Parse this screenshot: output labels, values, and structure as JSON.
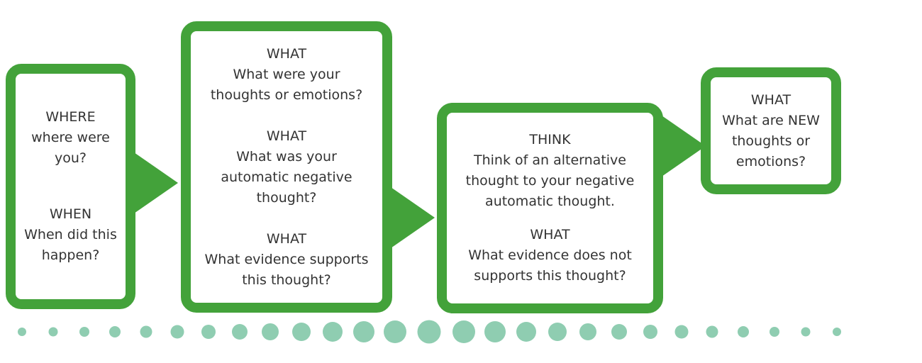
{
  "boxes": [
    {
      "sections": [
        {
          "heading": "WHERE",
          "lines": [
            "where were",
            "you?"
          ]
        },
        {
          "heading": "WHEN",
          "lines": [
            "When did this",
            "happen?"
          ]
        }
      ]
    },
    {
      "sections": [
        {
          "heading": "WHAT",
          "lines": [
            "What were your",
            "thoughts or emotions?"
          ]
        },
        {
          "heading": "WHAT",
          "lines": [
            "What was your",
            "automatic negative",
            "thought?"
          ]
        },
        {
          "heading": "WHAT",
          "lines": [
            "What evidence supports",
            "this thought?"
          ]
        }
      ]
    },
    {
      "sections": [
        {
          "heading": "THINK",
          "lines": [
            "Think of an alternative",
            "thought to your negative",
            "automatic thought."
          ]
        },
        {
          "heading": "WHAT",
          "lines": [
            "What evidence does not",
            "supports this thought?"
          ]
        }
      ]
    },
    {
      "sections": [
        {
          "heading": "WHAT",
          "lines": [
            "What are NEW",
            "thoughts or",
            "emotions?"
          ]
        }
      ]
    }
  ],
  "colors": {
    "box_border": "#43a23a",
    "dots": "#8fcdb1",
    "text": "#333333"
  }
}
